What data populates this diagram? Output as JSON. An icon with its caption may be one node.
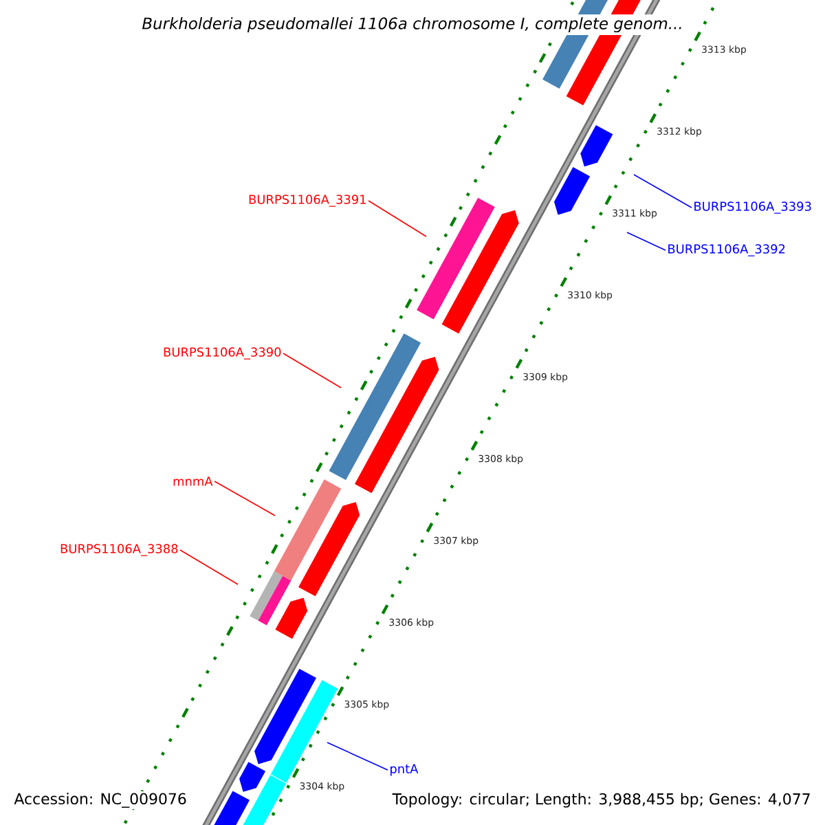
{
  "diagram": {
    "title": "Burkholderia pseudomallei 1106a chromosome I, complete genom...",
    "nodes": [
      {
        "text": [
          "BURPS1106A_3391"
        ]
      },
      {
        "text": [
          "BURPS1106A_3390"
        ]
      },
      {
        "text": [
          "mnmA"
        ]
      },
      {
        "text": [
          "BURPS1106A_3388"
        ]
      },
      {
        "text": [
          "BURPS1106A_3393"
        ]
      },
      {
        "text": [
          "BURPS1106A_3392"
        ]
      },
      {
        "text": [
          "pntA"
        ]
      }
    ],
    "edges": [
      {
        "from": 0,
        "to": null,
        "arrow": "none"
      },
      {
        "from": 1,
        "to": null,
        "arrow": "none"
      },
      {
        "from": 2,
        "to": null,
        "arrow": "none"
      },
      {
        "from": 3,
        "to": null,
        "arrow": "none"
      },
      {
        "from": 4,
        "to": null,
        "arrow": "none",
        "color": "#0000ff"
      },
      {
        "from": 5,
        "to": null,
        "arrow": "none",
        "color": "#0000ff"
      },
      {
        "from": 6,
        "to": null,
        "arrow": "none",
        "color": "#0000ff"
      }
    ],
    "labels": [
      "3313 kbp",
      "3312 kbp",
      "3311 kbp",
      "3310 kbp",
      "3309 kbp",
      "3308 kbp",
      "3307 kbp",
      "3306 kbp",
      "3305 kbp",
      "3304 kbp",
      "Accession: NC_009076",
      "Topology: circular; Length: 3,988,455 bp; Genes: 4,077"
    ]
  }
}
